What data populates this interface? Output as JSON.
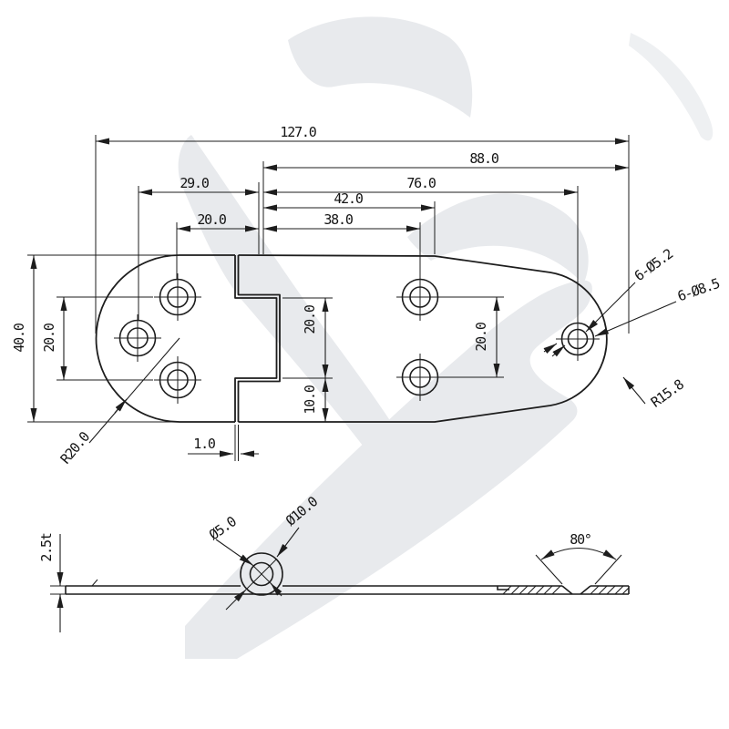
{
  "page": {
    "background": "#ffffff",
    "line_color": "#1d1d1d",
    "watermark_color": "#e8eaed",
    "watermark_faint_color": "#eef0f2"
  },
  "views": {
    "top": {
      "dims": {
        "overall_length": "127.0",
        "pin_to_right_end": "88.0",
        "left_hole_to_pin": "29.0",
        "pin_to_end_hole": "76.0",
        "pin_to_taper": "42.0",
        "top_hole_to_pin": "20.0",
        "pin_to_right_holes": "38.0",
        "plate_width": "40.0",
        "left_holes_pitch": "20.0",
        "knuckle_length": "20.0",
        "knuckle_to_edge": "10.0",
        "right_holes_pitch": "20.0",
        "leaf_gap": "1.0"
      },
      "callouts": {
        "corner_radius": "R20.0",
        "through_holes": "6-Ø5.2",
        "countersunk_holes": "6-Ø8.5",
        "end_radius": "R15.8"
      }
    },
    "side": {
      "dims": {
        "thickness": "2.5t",
        "pin_hole_dia": "Ø5.0",
        "knuckle_dia": "Ø10.0",
        "countersink_angle": "80°"
      }
    }
  }
}
